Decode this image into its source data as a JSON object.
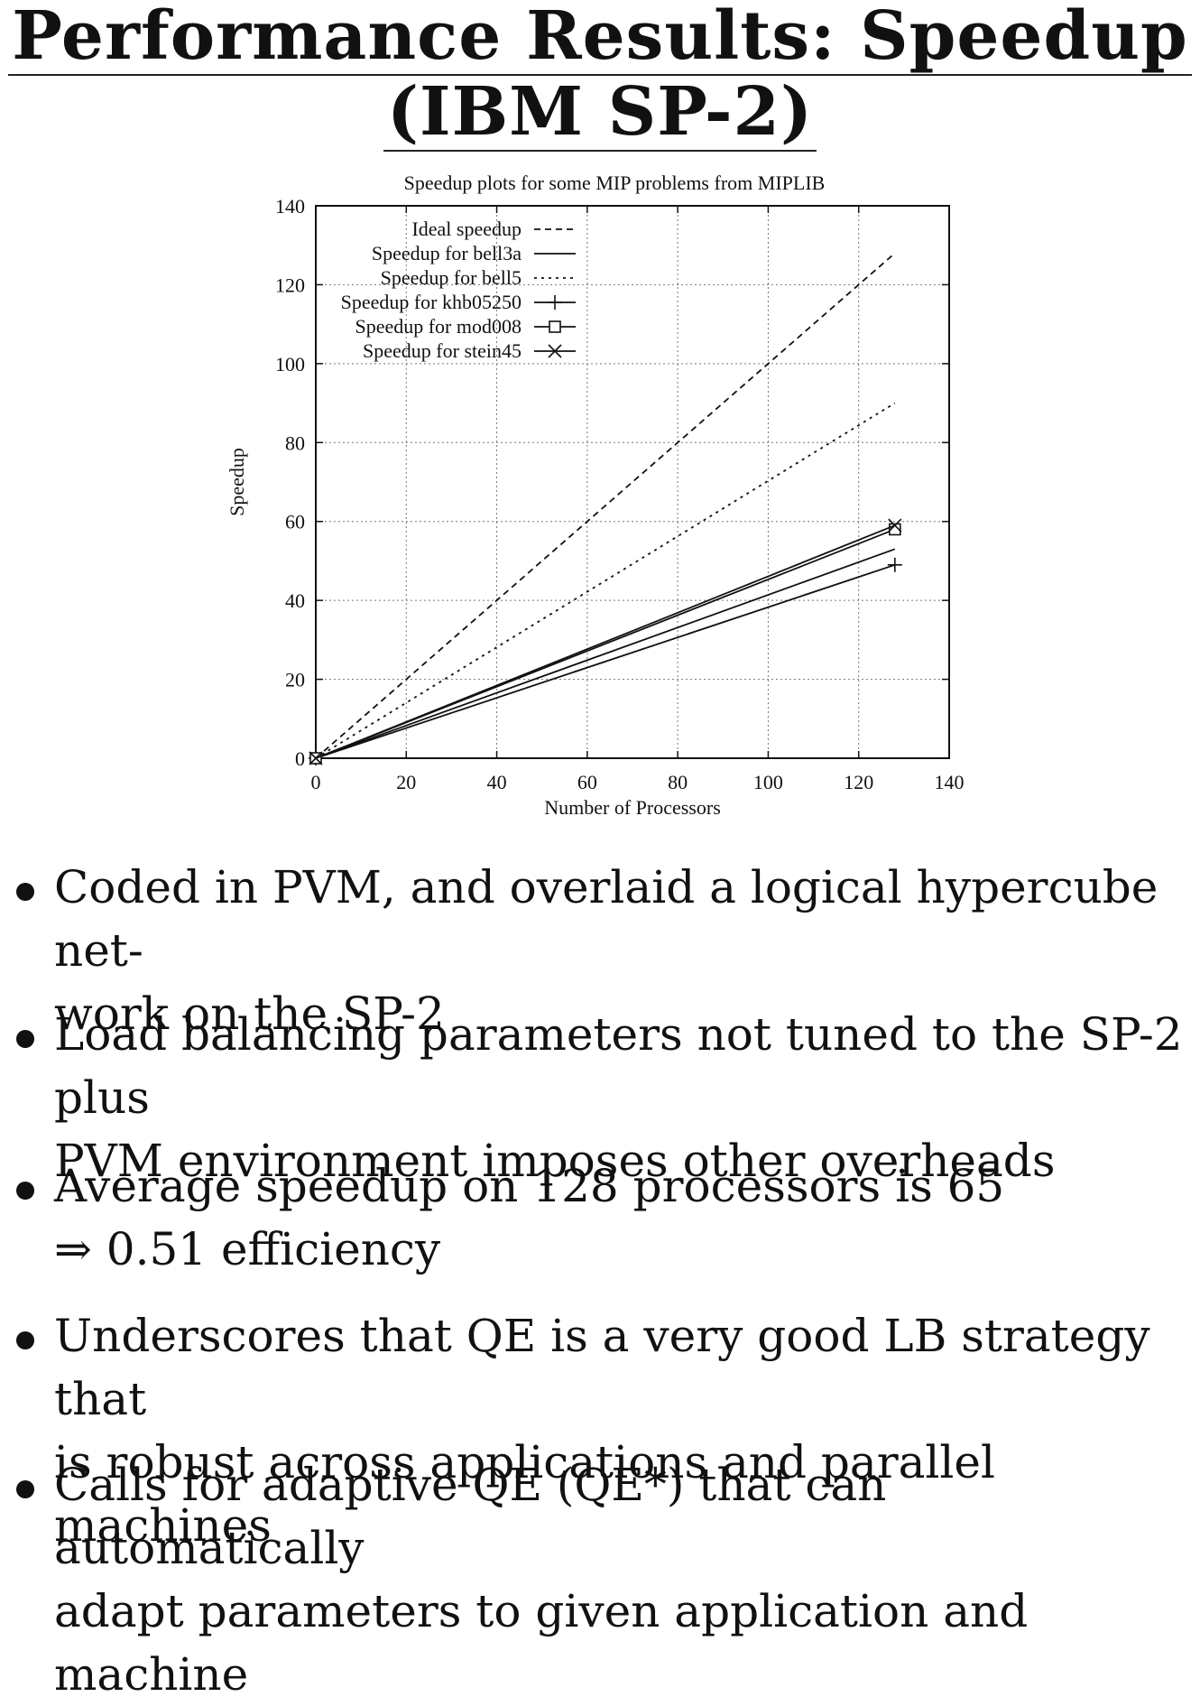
{
  "slide": {
    "title_line1": "Performance Results: Speedup",
    "title_line2": "(IBM SP-2)"
  },
  "bullets": [
    {
      "line1": "Coded in PVM, and overlaid a logical hypercube net-",
      "line2": "work on the SP-2"
    },
    {
      "line1": "Load balancing parameters not tuned to the SP-2 plus",
      "line2": "PVM environment imposes other overheads"
    },
    {
      "line1": "Average speedup on 128 processors is 65",
      "line2": "⇒ 0.51 efficiency"
    },
    {
      "line1": "Underscores that QE is a very good LB strategy that",
      "line2": "is robust across applications and parallel machines"
    },
    {
      "line1": "Calls for adaptive QE (QE*) that can automatically",
      "line2": "adapt parameters to given application and machine"
    }
  ],
  "chart_data": {
    "type": "line",
    "title": "Speedup plots for some MIP problems from MIPLIB",
    "xlabel": "Number of Processors",
    "ylabel": "Speedup",
    "xlim": [
      0,
      140
    ],
    "ylim": [
      0,
      140
    ],
    "xticks": [
      0,
      20,
      40,
      60,
      80,
      100,
      120,
      140
    ],
    "yticks": [
      0,
      20,
      40,
      60,
      80,
      100,
      120,
      140
    ],
    "grid": true,
    "legend_position": "top-center",
    "series": [
      {
        "name": "Ideal speedup",
        "style": "dashed",
        "marker": "none",
        "x": [
          0,
          128
        ],
        "y": [
          0,
          128
        ]
      },
      {
        "name": "Speedup for bell3a",
        "style": "solid",
        "marker": "none",
        "x": [
          0,
          128
        ],
        "y": [
          0,
          53
        ]
      },
      {
        "name": "Speedup for bell5",
        "style": "dotted",
        "marker": "none",
        "x": [
          0,
          128
        ],
        "y": [
          0,
          90
        ]
      },
      {
        "name": "Speedup for khb05250",
        "style": "solid",
        "marker": "plus",
        "x": [
          0,
          128
        ],
        "y": [
          0,
          49
        ]
      },
      {
        "name": "Speedup for mod008",
        "style": "solid",
        "marker": "square",
        "x": [
          0,
          128
        ],
        "y": [
          0,
          58
        ]
      },
      {
        "name": "Speedup for stein45",
        "style": "solid",
        "marker": "cross",
        "x": [
          0,
          128
        ],
        "y": [
          0,
          59
        ]
      }
    ]
  }
}
